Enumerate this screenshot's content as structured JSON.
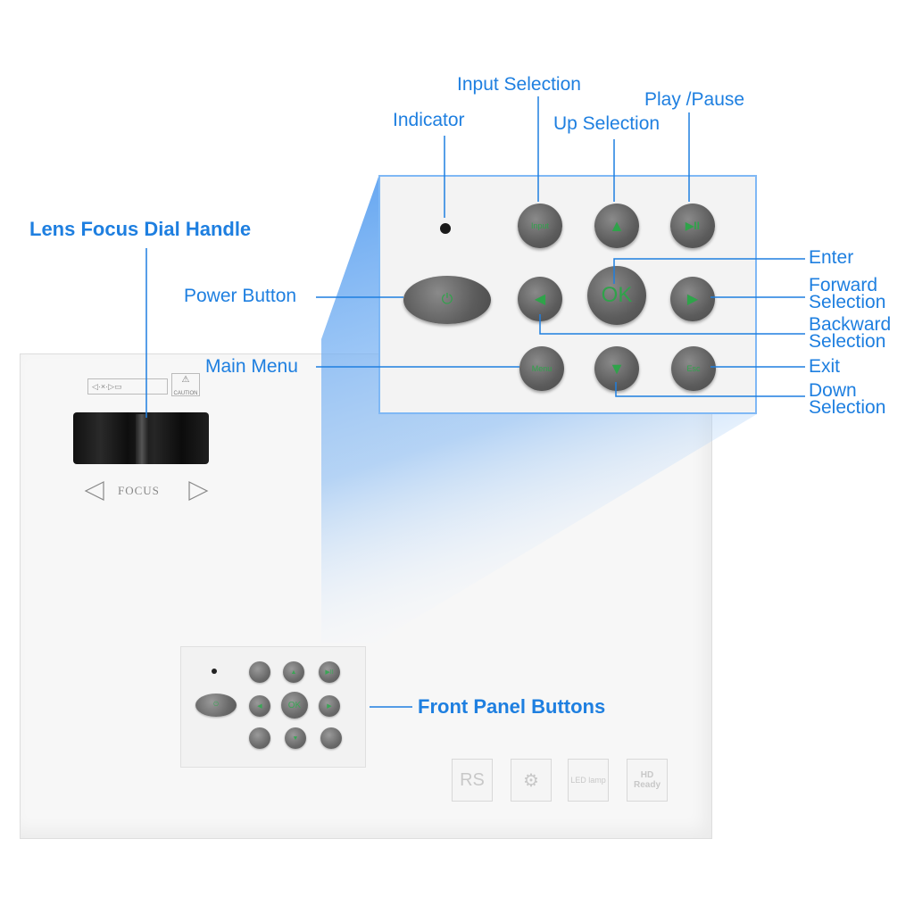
{
  "labels": {
    "input_selection": "Input Selection",
    "play_pause": "Play /Pause",
    "indicator": "Indicator",
    "up_selection": "Up Selection",
    "lens_focus": "Lens Focus Dial Handle",
    "power_button": "Power Button",
    "enter": "Enter",
    "forward_1": "Forward",
    "forward_2": "Selection",
    "backward_1": "Backward",
    "backward_2": "Selection",
    "main_menu": "Main Menu",
    "exit": "Exit",
    "down_1": "Down",
    "down_2": "Selection",
    "front_panel": "Front Panel Buttons"
  },
  "buttons": {
    "input": "Input",
    "ok": "OK",
    "menu": "Menu",
    "esc": "Esc",
    "play_pause_glyph": "▶II",
    "power_glyph": "⏻",
    "up_glyph": "▲",
    "down_glyph": "▼",
    "left_glyph": "◀",
    "right_glyph": "▶"
  },
  "device": {
    "focus_text": "FOCUS",
    "caution_text": "CAUTION",
    "badges": [
      "RS",
      "",
      "LED lamp",
      "HD Ready"
    ]
  },
  "colors": {
    "label": "#1e7fe0",
    "button_glyph": "#2fa34a",
    "zoom_border": "#7fb8f5"
  }
}
